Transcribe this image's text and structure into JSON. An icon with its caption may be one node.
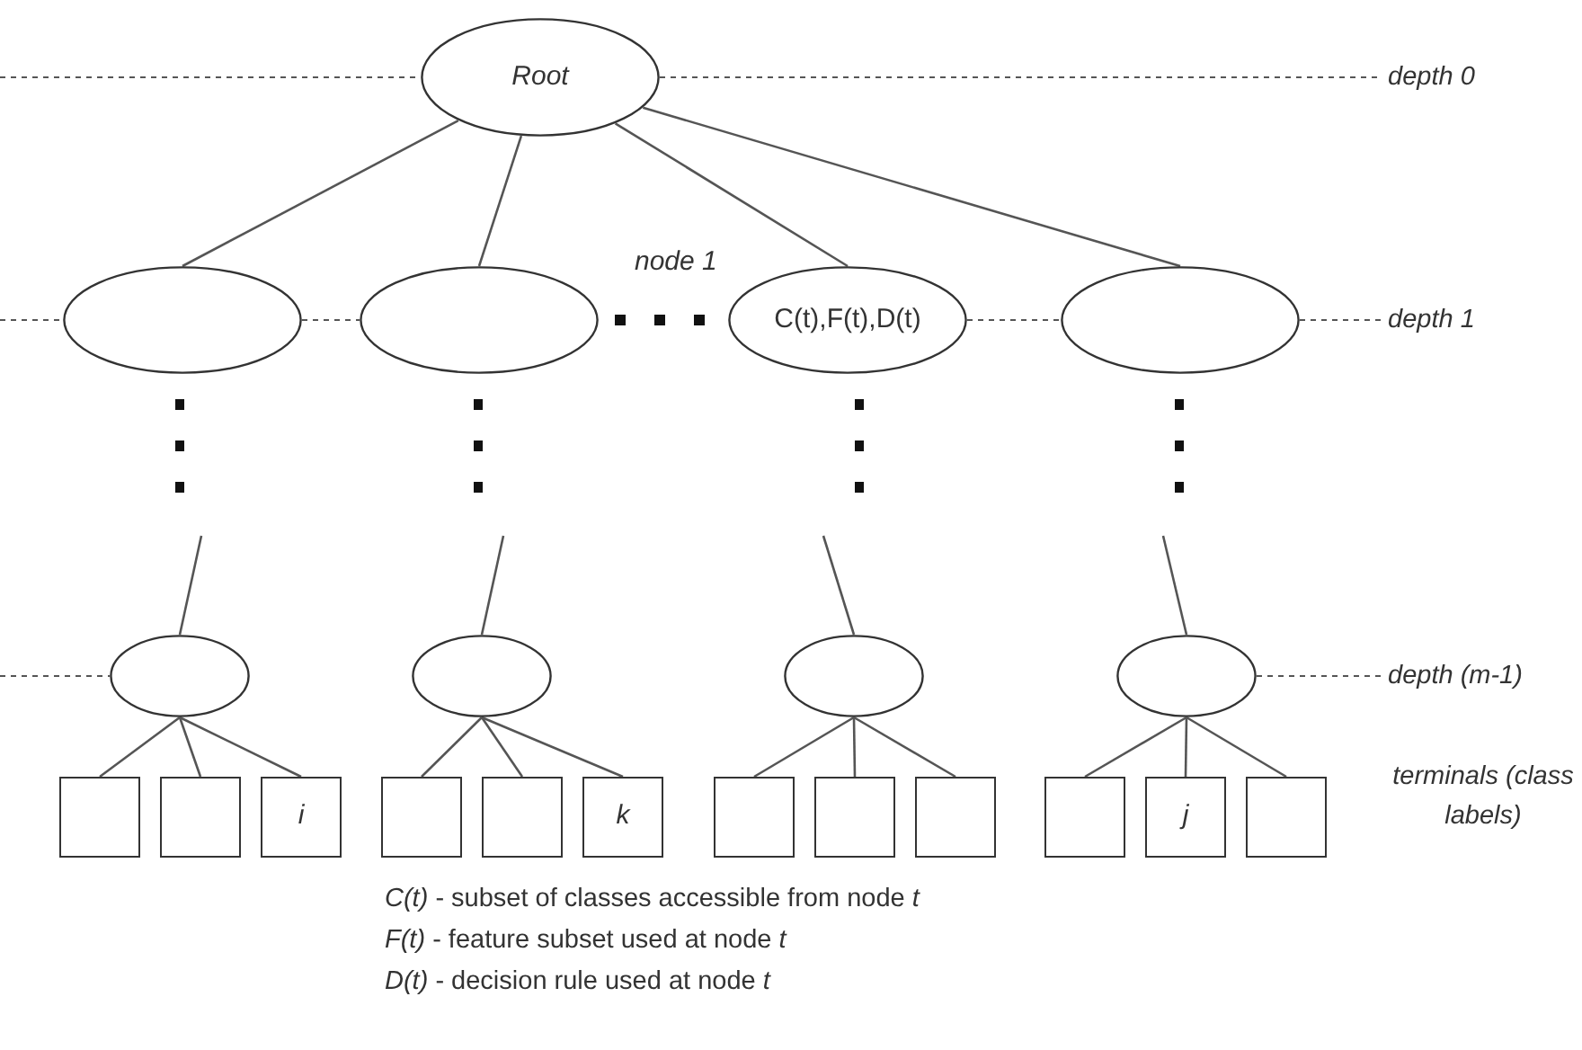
{
  "diagram": {
    "nodes": [
      {
        "text": [
          "Root"
        ]
      },
      {
        "text": [],
        "shape": "ellipse"
      },
      {
        "text": [],
        "shape": "ellipse"
      },
      {
        "text": [
          "C(t),F(t),D(t)"
        ],
        "beside": [
          "node 1"
        ]
      },
      {
        "text": [],
        "shape": "ellipse"
      },
      {
        "text": [],
        "shape": "ellipse"
      },
      {
        "text": [],
        "shape": "ellipse"
      },
      {
        "text": [],
        "shape": "ellipse"
      },
      {
        "text": [],
        "shape": "ellipse"
      },
      {
        "text": [],
        "shape": "box"
      },
      {
        "text": [],
        "shape": "box"
      },
      {
        "text": [
          "i"
        ]
      },
      {
        "text": [],
        "shape": "box"
      },
      {
        "text": [],
        "shape": "box"
      },
      {
        "text": [
          "k"
        ]
      },
      {
        "text": [],
        "shape": "box"
      },
      {
        "text": [],
        "shape": "box"
      },
      {
        "text": [],
        "shape": "box"
      },
      {
        "text": [],
        "shape": "box"
      },
      {
        "text": [
          "j"
        ]
      },
      {
        "text": [],
        "shape": "box"
      },
      {
        "text": [
          "depth 0"
        ]
      },
      {
        "text": [
          "depth 1"
        ]
      },
      {
        "text": [
          "depth (m-1)"
        ]
      }
    ],
    "edges": [
      {
        "from": 0,
        "to": 1,
        "arrow": "none"
      },
      {
        "from": 0,
        "to": 2,
        "arrow": "none"
      },
      {
        "from": 0,
        "to": 3,
        "arrow": "none"
      },
      {
        "from": 0,
        "to": 4,
        "arrow": "none"
      },
      {
        "from": null,
        "to": 5,
        "arrow": "none"
      },
      {
        "from": null,
        "to": 6,
        "arrow": "none"
      },
      {
        "from": null,
        "to": 7,
        "arrow": "none"
      },
      {
        "from": null,
        "to": 8,
        "arrow": "none"
      },
      {
        "from": 5,
        "to": 9,
        "arrow": "none"
      },
      {
        "from": 5,
        "to": 10,
        "arrow": "none"
      },
      {
        "from": 5,
        "to": 11,
        "arrow": "none"
      },
      {
        "from": 6,
        "to": 12,
        "arrow": "none"
      },
      {
        "from": 6,
        "to": 13,
        "arrow": "none"
      },
      {
        "from": 6,
        "to": 14,
        "arrow": "none"
      },
      {
        "from": 7,
        "to": 15,
        "arrow": "none"
      },
      {
        "from": 7,
        "to": 16,
        "arrow": "none"
      },
      {
        "from": 7,
        "to": 17,
        "arrow": "none"
      },
      {
        "from": 8,
        "to": 18,
        "arrow": "none"
      },
      {
        "from": 8,
        "to": 19,
        "arrow": "none"
      },
      {
        "from": 8,
        "to": 20,
        "arrow": "none"
      },
      {
        "from": null,
        "to": 0,
        "arrow": "none",
        "style": "dashed"
      },
      {
        "from": 0,
        "to": 21,
        "arrow": "none",
        "style": "dashed"
      },
      {
        "from": null,
        "to": 1,
        "arrow": "none",
        "style": "dashed"
      },
      {
        "from": 1,
        "to": 2,
        "arrow": "none",
        "style": "dashed"
      },
      {
        "from": 3,
        "to": 4,
        "arrow": "none",
        "style": "dashed"
      },
      {
        "from": 4,
        "to": 22,
        "arrow": "none",
        "style": "dashed"
      },
      {
        "from": null,
        "to": 5,
        "arrow": "none",
        "style": "dashed"
      },
      {
        "from": 8,
        "to": 23,
        "arrow": "none",
        "style": "dashed"
      }
    ],
    "labels": [
      "terminals (class labels)",
      "*C(t)* - subset of classes accessible from node *t*",
      "*F(t)* - feature subset used at node *t*",
      "*D(t)* - decision rule used at node *t*"
    ]
  }
}
